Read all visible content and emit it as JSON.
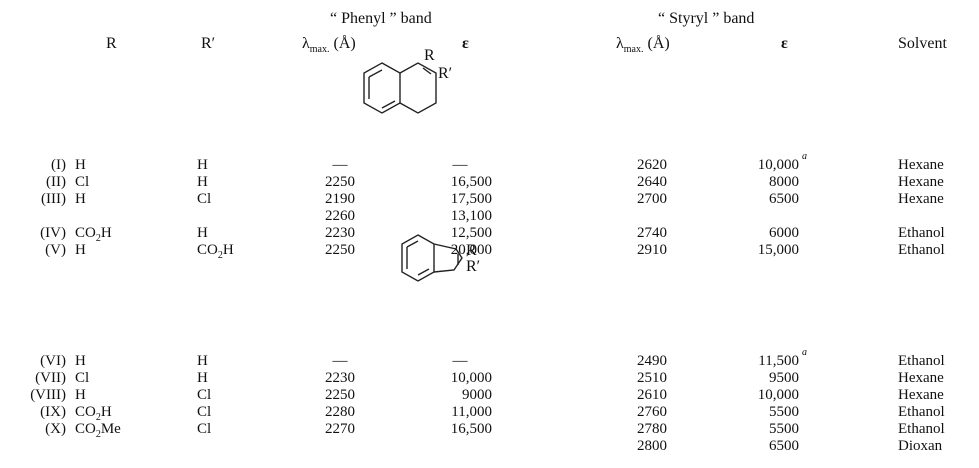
{
  "table": {
    "group_headers": {
      "phenyl": "“ Phenyl ” band",
      "styryl": "“ Styryl ” band"
    },
    "columns": {
      "r": "R",
      "r_prime": "R′",
      "lambda_sym": "λ",
      "lambda_sub": "max.",
      "lambda_unit": "(Å)",
      "epsilon": "ε",
      "solvent": "Solvent"
    },
    "structures": [
      {
        "id": "dihydronaphthalene",
        "r_label": "R",
        "r_prime_label": "R′"
      },
      {
        "id": "indene",
        "r_label": "R",
        "r_prime_label": "R′"
      }
    ],
    "rows": [
      {
        "id": "(I)",
        "r": "H",
        "r_sub": "",
        "r_tail": "",
        "rp": "H",
        "rp_sub": "",
        "p_lambda": "—",
        "p_eps": "—",
        "s_lambda": "2620",
        "s_eps": "10,000",
        "note": "a",
        "solvent": "Hexane"
      },
      {
        "id": "(II)",
        "r": "Cl",
        "r_sub": "",
        "r_tail": "",
        "rp": "H",
        "rp_sub": "",
        "p_lambda": "2250",
        "p_eps": "16,500",
        "s_lambda": "2640",
        "s_eps": "8000",
        "note": "",
        "solvent": "Hexane"
      },
      {
        "id": "(III)",
        "r": "H",
        "r_sub": "",
        "r_tail": "",
        "rp": "Cl",
        "rp_sub": "",
        "p_lambda": "2190",
        "p_eps": "17,500",
        "s_lambda": "2700",
        "s_eps": "6500",
        "note": "",
        "solvent": "Hexane"
      },
      {
        "id": "",
        "r": "",
        "r_sub": "",
        "r_tail": "",
        "rp": "",
        "rp_sub": "",
        "p_lambda": "2260",
        "p_eps": "13,100",
        "s_lambda": "",
        "s_eps": "",
        "note": "",
        "solvent": ""
      },
      {
        "id": "(IV)",
        "r": "CO",
        "r_sub": "2",
        "r_tail": "H",
        "rp": "H",
        "rp_sub": "",
        "p_lambda": "2230",
        "p_eps": "12,500",
        "s_lambda": "2740",
        "s_eps": "6000",
        "note": "",
        "solvent": "Ethanol"
      },
      {
        "id": "(V)",
        "r": "H",
        "r_sub": "",
        "r_tail": "",
        "rp": "CO",
        "rp_sub": "2",
        "rp_tail": "H",
        "p_lambda": "2250",
        "p_eps": "20,000",
        "s_lambda": "2910",
        "s_eps": "15,000",
        "note": "",
        "solvent": "Ethanol"
      },
      {
        "id": "(VI)",
        "r": "H",
        "r_sub": "",
        "r_tail": "",
        "rp": "H",
        "rp_sub": "",
        "p_lambda": "—",
        "p_eps": "—",
        "s_lambda": "2490",
        "s_eps": "11,500",
        "note": "a",
        "solvent": "Ethanol"
      },
      {
        "id": "(VII)",
        "r": "Cl",
        "r_sub": "",
        "r_tail": "",
        "rp": "H",
        "rp_sub": "",
        "p_lambda": "2230",
        "p_eps": "10,000",
        "s_lambda": "2510",
        "s_eps": "9500",
        "note": "",
        "solvent": "Hexane"
      },
      {
        "id": "(VIII)",
        "r": "H",
        "r_sub": "",
        "r_tail": "",
        "rp": "Cl",
        "rp_sub": "",
        "p_lambda": "2250",
        "p_eps": "9000",
        "s_lambda": "2610",
        "s_eps": "10,000",
        "note": "",
        "solvent": "Hexane"
      },
      {
        "id": "(IX)",
        "r": "CO",
        "r_sub": "2",
        "r_tail": "H",
        "rp": "Cl",
        "rp_sub": "",
        "p_lambda": "2280",
        "p_eps": "11,000",
        "s_lambda": "2760",
        "s_eps": "5500",
        "note": "",
        "solvent": "Ethanol"
      },
      {
        "id": "(X)",
        "r": "CO",
        "r_sub": "2",
        "r_tail": "Me",
        "rp": "Cl",
        "rp_sub": "",
        "p_lambda": "2270",
        "p_eps": "16,500",
        "s_lambda": "2780",
        "s_eps": "5500",
        "note": "",
        "solvent": "Ethanol"
      },
      {
        "id": "",
        "r": "",
        "r_sub": "",
        "r_tail": "",
        "rp": "",
        "rp_sub": "",
        "p_lambda": "",
        "p_eps": "",
        "s_lambda": "2800",
        "s_eps": "6500",
        "note": "",
        "solvent": "Dioxan"
      }
    ]
  }
}
